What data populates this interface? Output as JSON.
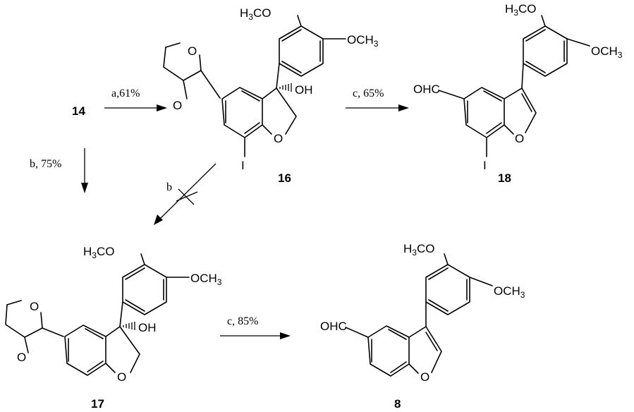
{
  "compounds": {
    "c14": "14",
    "c16": "16",
    "c18": "18",
    "c17": "17",
    "c8": "8"
  },
  "arrows": {
    "a1": "a,61%",
    "a2": "c, 65%",
    "a3": "b, 75%",
    "a4": "b",
    "a5": "c, 85%"
  },
  "atoms": {
    "H": "H",
    "three": "3",
    "CO": "CO",
    "OCH": "OCH",
    "O": "O",
    "OH": "OH",
    "I": "I",
    "OHC": "OHC"
  }
}
